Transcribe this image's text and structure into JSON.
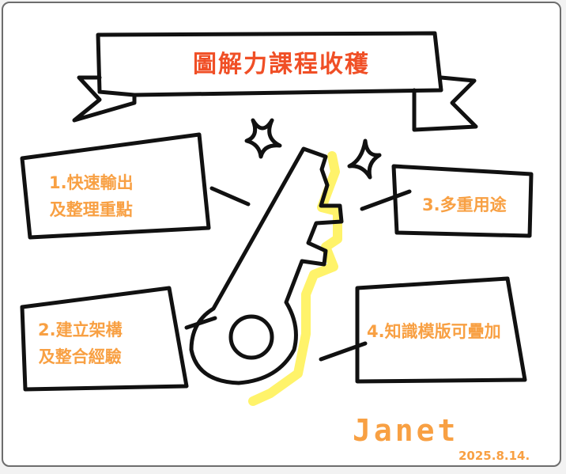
{
  "title": "圖解力課程收穫",
  "boxes": [
    {
      "line1": "1.快速輸出",
      "line2": "及整理重點"
    },
    {
      "line1": "2.建立架構",
      "line2": "及整合經驗"
    },
    {
      "line1": "3.多重用途"
    },
    {
      "line1": "4.知識模版可疊加"
    }
  ],
  "signature": "Janet",
  "date": "2025.8.14.",
  "colors": {
    "title": "#f04f26",
    "text": "#f8a043",
    "highlight": "#fff25a",
    "ink": "#111111"
  }
}
